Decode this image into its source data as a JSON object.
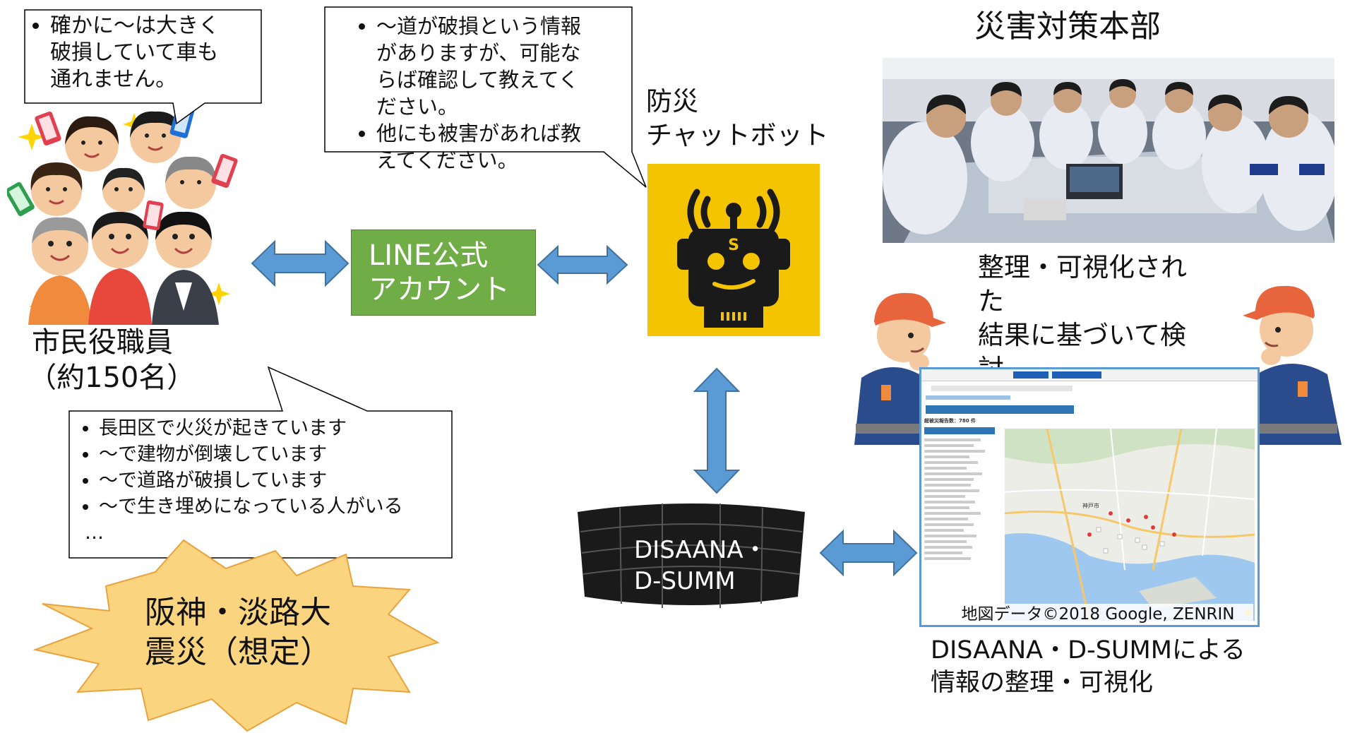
{
  "citizens": {
    "bubble_items": [
      "確かに～は大きく\n破損していて車も\n通れません。"
    ],
    "label_line1": "市民役職員",
    "label_line2": "（約150名）",
    "reports": [
      "長田区で火災が起きています",
      "～で建物が倒壊しています",
      "～で道路が破損しています",
      "～で生き埋めになっている人がいる"
    ],
    "reports_more": "…"
  },
  "bot_bubble": {
    "items": [
      "～道が破損という情報\nがありますが、可能な\nらば確認して教えてく\nださい。",
      "他にも被害があれば教\nえてください。"
    ]
  },
  "line_box": {
    "label": "LINE公式\nアカウント",
    "color": "#70AD47"
  },
  "chatbot": {
    "label": "防災\nチャットボット",
    "bg_color": "#F5C400"
  },
  "server": {
    "label": "DISAANA・\nD-SUMM"
  },
  "disaster": {
    "label": "阪神・淡路大\n震災（想定）",
    "fill_color": "#FBD480"
  },
  "hq": {
    "title": "災害対策本部",
    "caption": "整理・可視化された\n結果に基づいて検討"
  },
  "screen": {
    "caption": "DISAANA・D-SUMMによる\n情報の整理・可視化",
    "attribution": "地図データ©2018 Google, ZENRIN",
    "total_label": "総被災報告数：780 件",
    "map_label": "神戸市"
  },
  "arrow_color": "#5B9BD5"
}
